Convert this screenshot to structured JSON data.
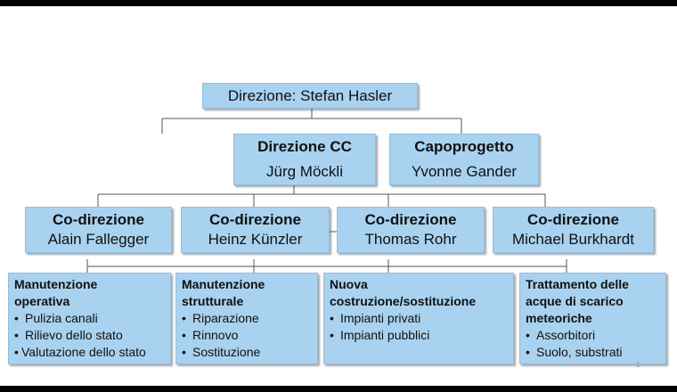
{
  "root": {
    "label": "Direzione: Stefan Hasler"
  },
  "level2": [
    {
      "title": "Direzione CC",
      "name": "Jürg Möckli"
    },
    {
      "title": "Capoprogetto",
      "name": "Yvonne Gander"
    }
  ],
  "codirection": [
    {
      "title": "Co-direzione",
      "name": "Alain Fallegger"
    },
    {
      "title": "Co-direzione",
      "name": "Heinz Künzler"
    },
    {
      "title": "Co-direzione",
      "name": "Thomas Rohr"
    },
    {
      "title": "Co-direzione",
      "name": "Michael Burkhardt"
    }
  ],
  "areas": [
    {
      "heading_lines": [
        "Manutenzione",
        "operativa"
      ],
      "bullet": "•",
      "items": [
        "Pulizia canali",
        "Rilievo dello stato",
        "Valutazione dello stato"
      ]
    },
    {
      "heading_lines": [
        "Manutenzione",
        "strutturale"
      ],
      "bullet": "•",
      "items": [
        "Riparazione",
        "Rinnovo",
        "Sostituzione"
      ]
    },
    {
      "heading_lines": [
        "Nuova",
        "costruzione/sostituzione"
      ],
      "bullet": "•",
      "items": [
        "Impianti privati",
        "Impianti pubblici"
      ]
    },
    {
      "heading_lines": [
        "Trattamento delle",
        "acque di scarico",
        "meteoriche"
      ],
      "bullet": "•",
      "items": [
        "Assorbitori",
        "Suolo, substrati"
      ]
    }
  ],
  "page_number": "1"
}
